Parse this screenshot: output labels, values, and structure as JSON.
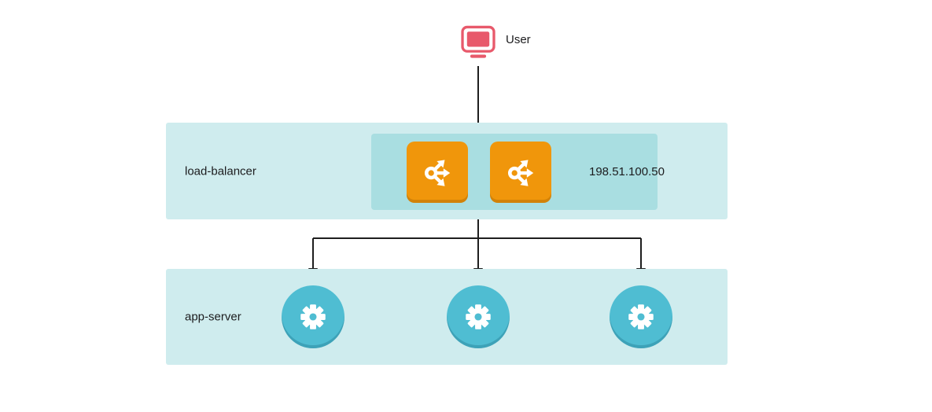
{
  "user": {
    "label": "User",
    "icon": "monitor-icon"
  },
  "load_balancer": {
    "label": "load-balancer",
    "ip": "198.51.100.50",
    "instances": 2,
    "icon": "load-balancer-icon"
  },
  "app_server": {
    "label": "app-server",
    "instances": 3,
    "icon": "gear-icon"
  },
  "colors": {
    "canvas_bg": "#ffffff",
    "band": "#cfecee",
    "inner_box": "#a9dee1",
    "lb_icon": "#f0960b",
    "app_icon": "#4fbdd2",
    "user_icon": "#e8596b",
    "arrow": "#1e1e1e",
    "text": "#1c1c1e"
  }
}
